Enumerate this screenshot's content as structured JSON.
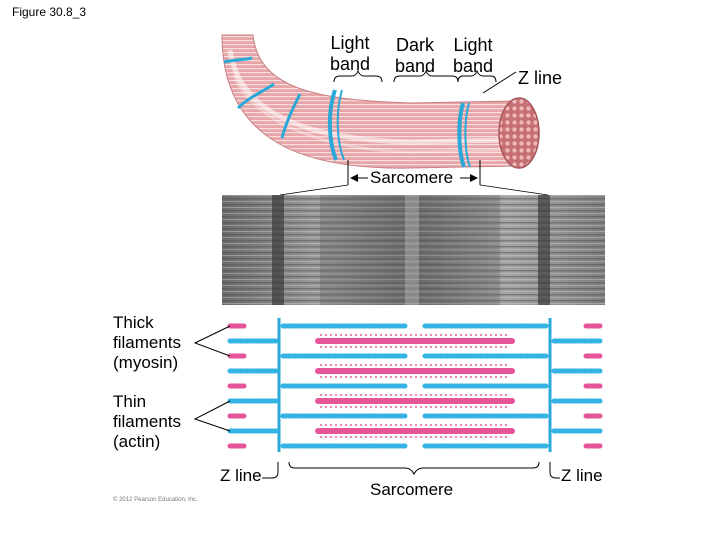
{
  "figure": {
    "title": "Figure 30.8_3"
  },
  "labels": {
    "light_band_left": [
      "Light",
      "band"
    ],
    "dark_band": [
      "Dark",
      "band"
    ],
    "light_band_right": [
      "Light",
      "band"
    ],
    "z_line_top": "Z line",
    "sarcomere_top": "Sarcomere",
    "thick_filaments": [
      "Thick",
      "filaments",
      "(myosin)"
    ],
    "thin_filaments": [
      "Thin",
      "filaments",
      "(actin)"
    ],
    "z_line_bottom_left": "Z line",
    "sarcomere_bottom": "Sarcomere",
    "z_line_bottom_right": "Z line",
    "copyright": "© 2012 Pearson Education, Inc."
  },
  "colors": {
    "fiber_pink": "#e39a9c",
    "fiber_light": "#f6d6d6",
    "z_disc_blue": "#2aa8d8",
    "actin_blue": "#33b4e4",
    "myosin_pink": "#e6559a",
    "micrograph_gray": "#8a8a8a"
  }
}
